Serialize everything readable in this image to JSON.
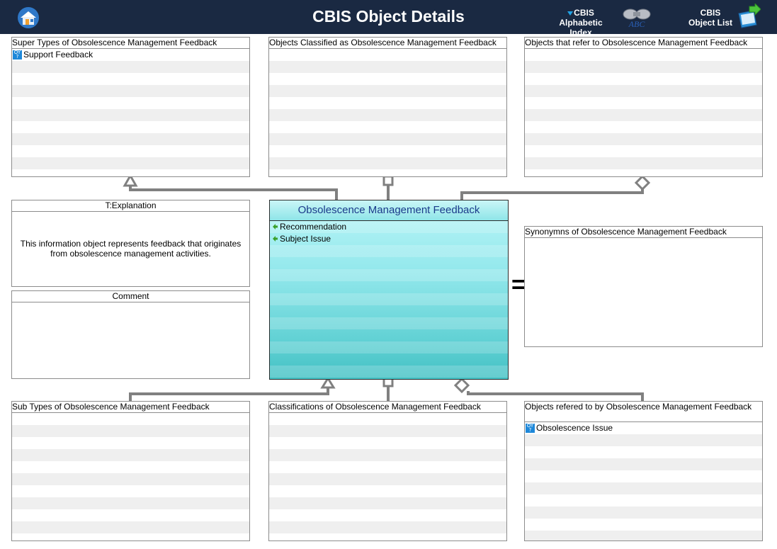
{
  "header": {
    "title": "CBIS Object Details",
    "alpha_line1": "CBIS Alphabetic",
    "alpha_line2": "Index",
    "objlist_line1": "CBIS",
    "objlist_line2": "Object List",
    "abc_text": "ABC"
  },
  "super_types": {
    "title": "Super Types of Obsolescence Management Feedback",
    "items": [
      "Support Feedback"
    ]
  },
  "classified_as": {
    "title": "Objects Classified as  Obsolescence Management Feedback"
  },
  "refer_to": {
    "title": "Objects that refer to   Obsolescence Management Feedback"
  },
  "explanation": {
    "title": "T:Explanation",
    "text": "This information object represents feedback that originates from obsolescence management activities."
  },
  "comment": {
    "title": "Comment"
  },
  "center": {
    "title": "Obsolescence Management Feedback",
    "attributes": [
      "Recommendation",
      "Subject Issue"
    ]
  },
  "synonyms": {
    "title": "Synonymns   of Obsolescence Management Feedback",
    "equals": "="
  },
  "sub_types": {
    "title": "Sub Types of Obsolescence Management Feedback"
  },
  "classifications": {
    "title": "Classifications of Obsolescence Management Feedback"
  },
  "referred_by": {
    "title": "Objects refered to by   Obsolescence Management Feedback",
    "items": [
      "Obsolescence Issue"
    ]
  },
  "colors": {
    "header_bg": "#1a2942",
    "center_fill": "#5fd0d3",
    "connector": "#808080"
  },
  "icons": {
    "home": "house-icon",
    "alpha_index": "binoculars-icon",
    "object_list": "book-arrow-icon",
    "object_type": "object-type-icon",
    "attribute": "attribute-arrow-icon"
  }
}
